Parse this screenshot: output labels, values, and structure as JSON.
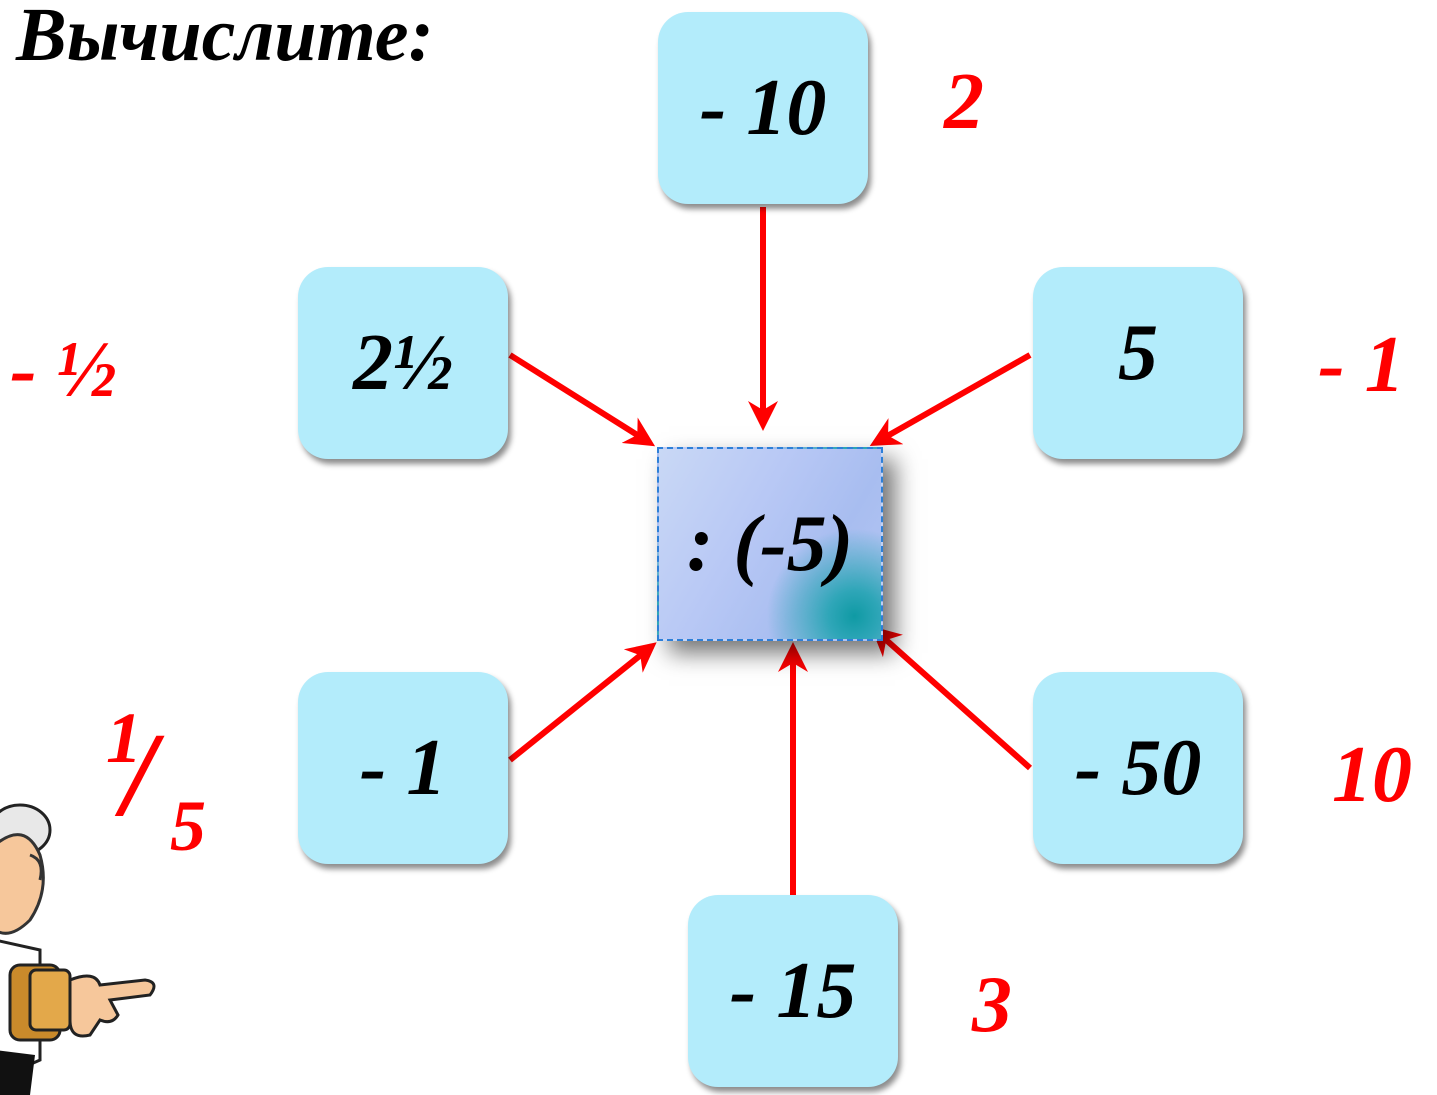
{
  "title": ". Вычислите:",
  "center_label": ": (-5)",
  "boxes": {
    "top": "- 10",
    "top_left": "2½",
    "top_right": "5",
    "bottom_left": "- 1",
    "bottom_right": "- 50",
    "bottom": "- 15"
  },
  "answers": {
    "top": "2",
    "top_left": "- ½",
    "top_right": "- 1",
    "bottom_left_numerator": "1",
    "bottom_left_slash": "/",
    "bottom_left_denominator": "5",
    "bottom_right": "10",
    "bottom": "3"
  },
  "colors": {
    "box_fill": "#b3ecfb",
    "arrow": "#ff0000",
    "answer": "#ff0000",
    "center_border": "#2d7fd8"
  }
}
